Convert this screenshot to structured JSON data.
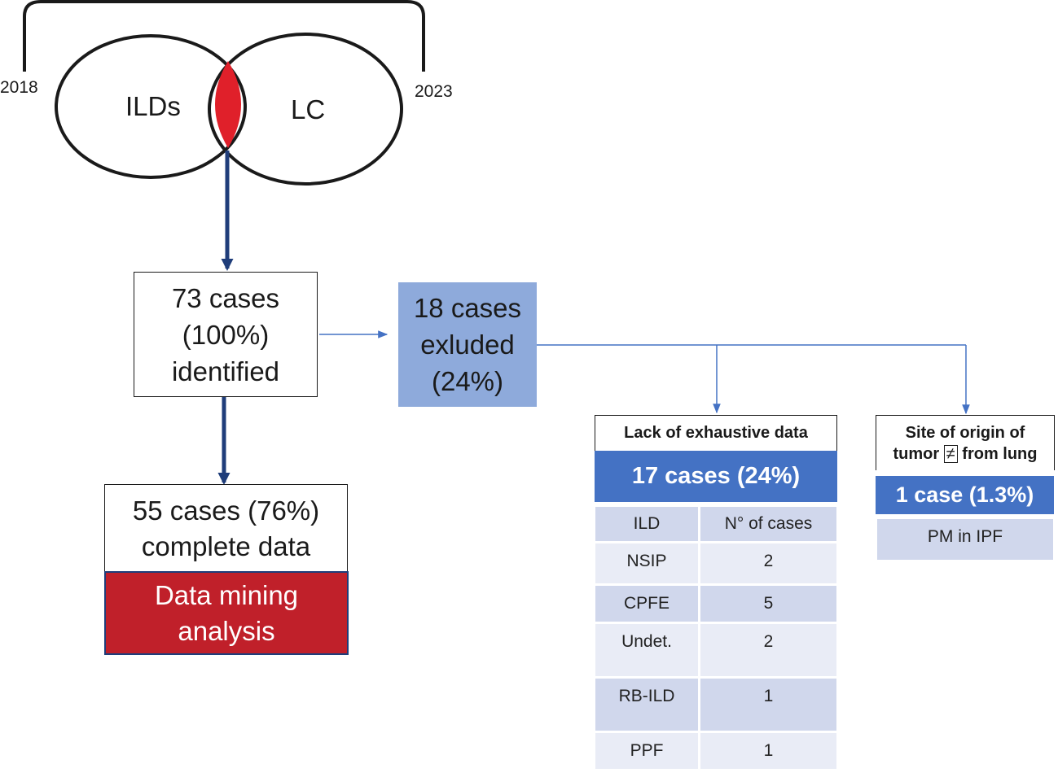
{
  "venn": {
    "year_start": "2018",
    "year_end": "2023",
    "left_label": "ILDs",
    "right_label": "LC",
    "overlap_color": "#e0202a"
  },
  "identified": {
    "lines": [
      "73 cases",
      "(100%)",
      "identified"
    ]
  },
  "excluded": {
    "lines": [
      "18 cases",
      "exluded",
      "(24%)"
    ]
  },
  "complete": {
    "lines": [
      "55 cases (76%)",
      "complete data"
    ]
  },
  "analysis": {
    "lines": [
      "Data mining",
      "analysis"
    ]
  },
  "lack_data": {
    "header": "Lack of exhaustive data",
    "count": "17 cases (24%)",
    "table_headers": [
      "ILD",
      "N° of cases"
    ],
    "rows": [
      {
        "ild": "NSIP",
        "cases": "2"
      },
      {
        "ild": "CPFE",
        "cases": "5"
      },
      {
        "ild": "Undet.",
        "cases": "2"
      },
      {
        "ild": "RB-ILD",
        "cases": "1"
      },
      {
        "ild": "PPF",
        "cases": "1"
      }
    ]
  },
  "other_origin": {
    "header_line1": "Site of origin of",
    "header_line2_a": "tumor",
    "header_symbol": "≠",
    "header_line2_b": "from lung",
    "count": "1 case  (1.3%)",
    "detail": "PM in IPF"
  },
  "colors": {
    "dark_blue_arrow": "#1f3d7a",
    "light_blue_box": "#8eaadb",
    "accent_blue": "#4472c4",
    "red_box": "#c0202a"
  }
}
